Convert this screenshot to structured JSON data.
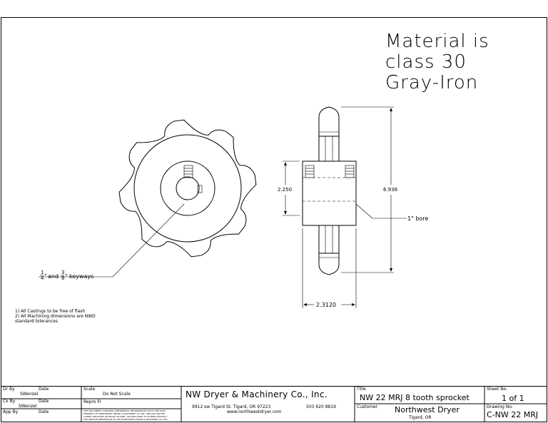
{
  "material_note": [
    "Material is",
    "class 30",
    "Gray-Iron"
  ],
  "dimensions": {
    "height": "2.250",
    "outer_diameter": "6.938",
    "bore": "1\" bore",
    "width": "2.3120",
    "keyways": "and",
    "keyways_suffix": "keyways",
    "frac_a_num": "1",
    "frac_a_den": "4",
    "frac_b_num": "3",
    "frac_b_den": "8",
    "frac_a_unit": "\"",
    "frac_b_unit": "\""
  },
  "notes": [
    "1) All Castings to be free of flash",
    "2) All Machining dimensions are NWD",
    "standard tolerances"
  ],
  "title_block": {
    "dr_by_label": "Dr By",
    "dr_date_label": "Date",
    "dr_by_value": "SWenzel",
    "ck_by_label": "Ck By",
    "ck_date_label": "Date",
    "ck_by_value": "SWenzel",
    "app_by_label": "App By",
    "app_date_label": "Date",
    "scale_label": "Scale",
    "scale_value": "Do Not Scale",
    "repro_label": "Repro Fr",
    "confidential": [
      "THIS DOCUMENT CONTAINS CONFIDENTIAL INFORMATION THAT IS THE SOLE",
      "PROPERTY OF NORTHWEST DRYER & MACHINERY CO. INC. AND MAY NOT BE",
      "COPIED, RELEASED IN WHOLE OR PART, OR DISCLOSED TO OTHERS WITHOUT",
      "THE WRITTEN PERMISSION OF THE NORTHWEST DRYER & MACHINERY CO. INC."
    ],
    "company": "NW Dryer & Machinery Co., Inc.",
    "address": "9912 sw Tigard St.   Tigard, OR 97223",
    "phone": "503 620 8819",
    "website": "www.northwestdryer.com",
    "title_label": "Title",
    "title_value": "NW 22 MRJ 8 tooth sprocket",
    "customer_label": "Customer",
    "customer_name": "Northwest Dryer",
    "customer_city": "Tigard, OR",
    "sheet_label": "Sheet No.",
    "sheet_value": "1  of 1",
    "drawing_label": "Drawing No.",
    "drawing_value": "C-NW 22 MRJ"
  }
}
